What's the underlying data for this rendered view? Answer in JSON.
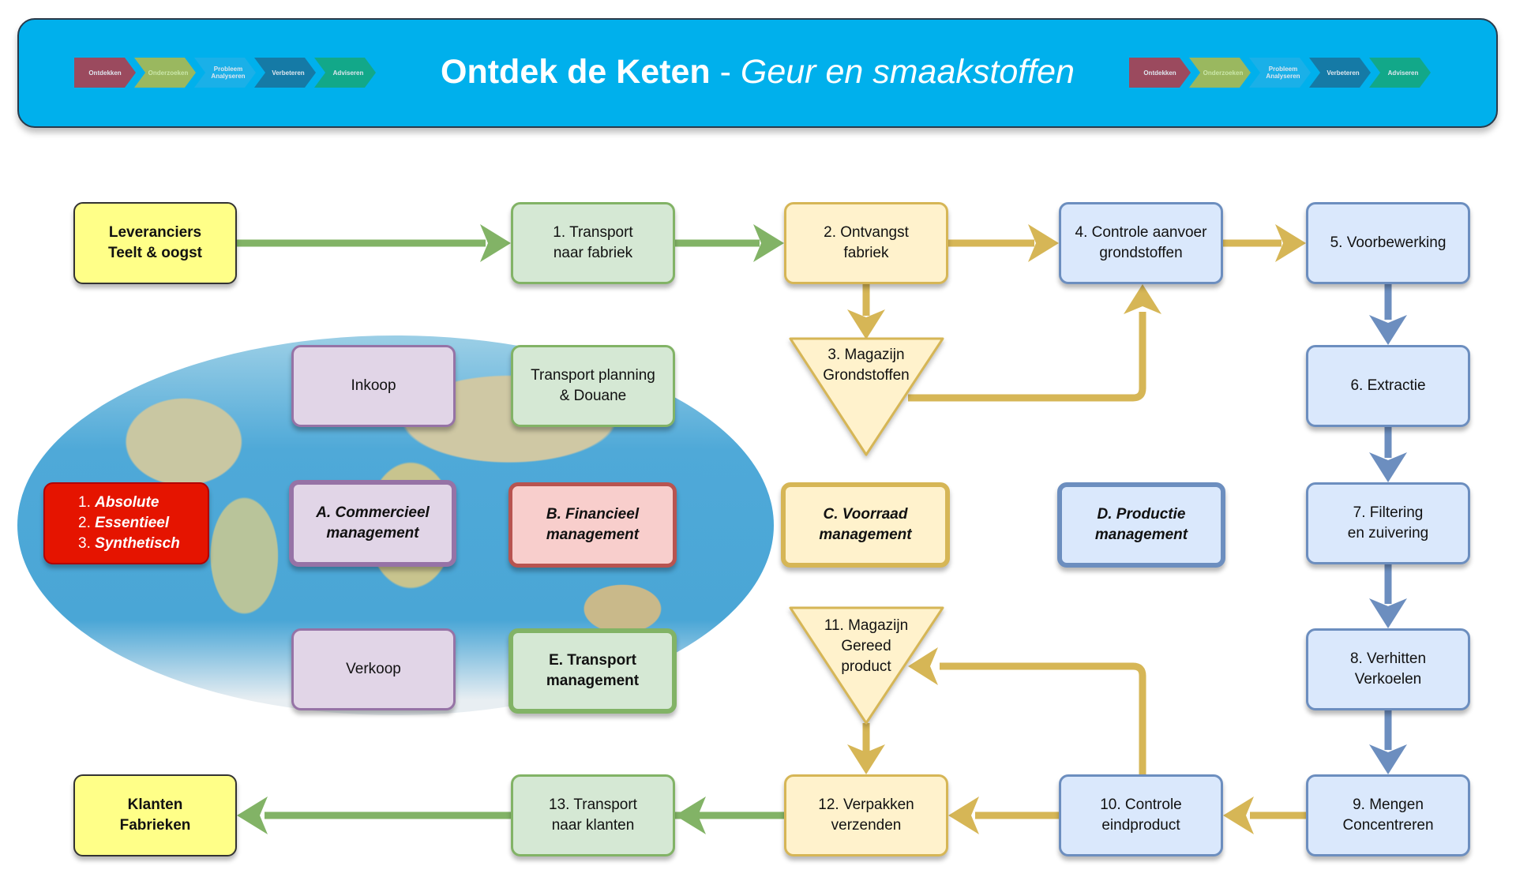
{
  "header": {
    "title_main": "Ontdek de Keten",
    "title_separator": " - ",
    "title_sub": "Geur en smaakstoffen",
    "phases": [
      {
        "label": "Ontdekken",
        "color": "#9b4a5e"
      },
      {
        "label": "Onderzoeken",
        "color": "#9ab85f"
      },
      {
        "label": "Probleem Analyseren",
        "color": "#1ab0e8"
      },
      {
        "label": "Verbeteren",
        "color": "#157aa6"
      },
      {
        "label": "Adviseren",
        "color": "#12a889"
      }
    ]
  },
  "flow": {
    "leveranciers": {
      "line1": "Leveranciers",
      "line2": "Teelt & oogst"
    },
    "step1": {
      "line1": "1. Transport",
      "line2": "naar fabriek"
    },
    "step2": {
      "line1": "2. Ontvangst",
      "line2": "fabriek"
    },
    "step3": {
      "line1": "3. Magazijn",
      "line2": "Grondstoffen"
    },
    "step4": {
      "line1": "4. Controle aanvoer",
      "line2": "grondstoffen"
    },
    "step5": {
      "line1": "5. Voorbewerking"
    },
    "step6": {
      "line1": "6. Extractie"
    },
    "step7": {
      "line1": "7. Filtering",
      "line2": "en zuivering"
    },
    "step8": {
      "line1": "8. Verhitten",
      "line2": "Verkoelen"
    },
    "step9": {
      "line1": "9. Mengen",
      "line2": "Concentreren"
    },
    "step10": {
      "line1": "10. Controle",
      "line2": "eindproduct"
    },
    "step11": {
      "line1": "11. Magazijn",
      "line2": "Gereed",
      "line3": "product"
    },
    "step12": {
      "line1": "12. Verpakken",
      "line2": "verzenden"
    },
    "step13": {
      "line1": "13. Transport",
      "line2": "naar klanten"
    },
    "klanten": {
      "line1": "Klanten",
      "line2": "Fabrieken"
    }
  },
  "management": {
    "inkoop": "Inkoop",
    "transport_planning": {
      "line1": "Transport planning",
      "line2": "& Douane"
    },
    "verkoop": "Verkoop",
    "a": {
      "line1": "A. Commercieel",
      "line2": "management"
    },
    "b": {
      "line1": "B. Financieel",
      "line2": "management"
    },
    "c": {
      "line1": "C. Voorraad",
      "line2": "management"
    },
    "d": {
      "line1": "D. Productie",
      "line2": "management"
    },
    "e": {
      "line1": "E. Transport",
      "line2": "management"
    }
  },
  "types": [
    "Absolute",
    "Essentieel",
    "Synthetisch"
  ],
  "colors": {
    "green_arrow": "#82b366",
    "orange_arrow": "#d6b656",
    "blue_arrow": "#6c8ebf",
    "header_bg": "#00b0ec"
  }
}
